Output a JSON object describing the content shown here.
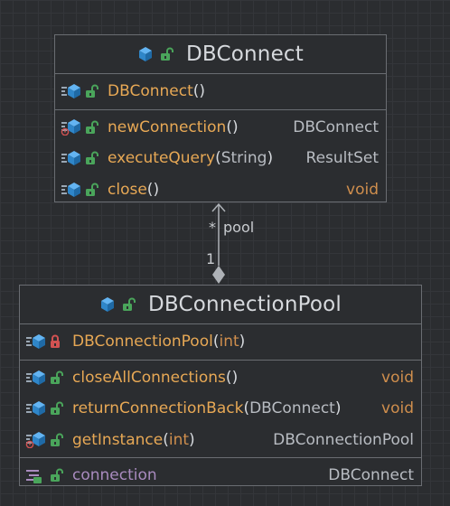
{
  "colors": {
    "background": "#2b2d30",
    "border": "#6a6d72",
    "method": "#e7a855",
    "keyword": "#cf8e4d",
    "field": "#a98bbf",
    "class_icon": "#3d9de3",
    "lock_open": "#4aa55b",
    "lock_private": "#d25252"
  },
  "dbconnect": {
    "title": "DBConnect",
    "constructor": {
      "name": "DBConnect",
      "open": "(",
      "close": ")"
    },
    "methods": [
      {
        "name": "newConnection",
        "open": "(",
        "param": "",
        "close": ")",
        "return": "DBConnect",
        "icons": [
          "static-method-icon",
          "public-lock-icon"
        ]
      },
      {
        "name": "executeQuery",
        "open": "(",
        "param": "String",
        "close": ")",
        "return": "ResultSet",
        "icons": [
          "method-icon",
          "public-lock-icon"
        ]
      },
      {
        "name": "close",
        "open": "(",
        "param": "",
        "close": ")",
        "return": "void",
        "icons": [
          "method-icon",
          "public-lock-icon"
        ]
      }
    ]
  },
  "association": {
    "target_multiplicity": "*",
    "role": "pool",
    "source_multiplicity": "1"
  },
  "dbconnectionpool": {
    "title": "DBConnectionPool",
    "constructor": {
      "name": "DBConnectionPool",
      "open": "(",
      "param": "int",
      "close": ")"
    },
    "methods": [
      {
        "name": "closeAllConnections",
        "open": "(",
        "param": "",
        "close": ")",
        "return": "void"
      },
      {
        "name": "returnConnectionBack",
        "open": "(",
        "param": "DBConnect",
        "close": ")",
        "return": "void"
      },
      {
        "name": "getInstance",
        "open": "(",
        "param": "int",
        "close": ")",
        "return": "DBConnectionPool"
      }
    ],
    "field": {
      "name": "connection",
      "type": "DBConnect"
    }
  }
}
